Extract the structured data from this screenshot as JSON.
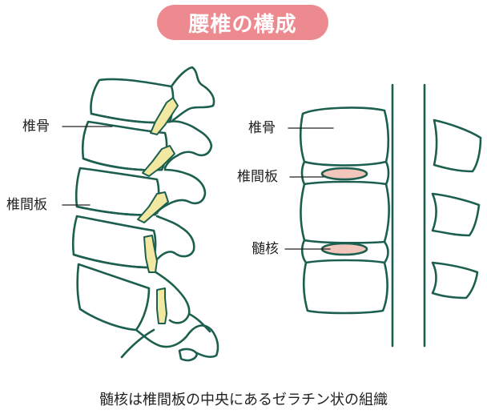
{
  "title": "腰椎の構成",
  "labels": {
    "left_vertebra": "椎骨",
    "left_disc": "椎間板",
    "right_vertebra": "椎骨",
    "right_disc": "椎間板",
    "nucleus": "髄核"
  },
  "caption": "髄核は椎間板の中央にあるゼラチン状の組織",
  "colors": {
    "outline": "#1d5f4f",
    "badge": "#ec8a8f",
    "nerve": "#f3e8a2",
    "nucleus_fill": "#f3c6bd",
    "text": "#222222"
  }
}
